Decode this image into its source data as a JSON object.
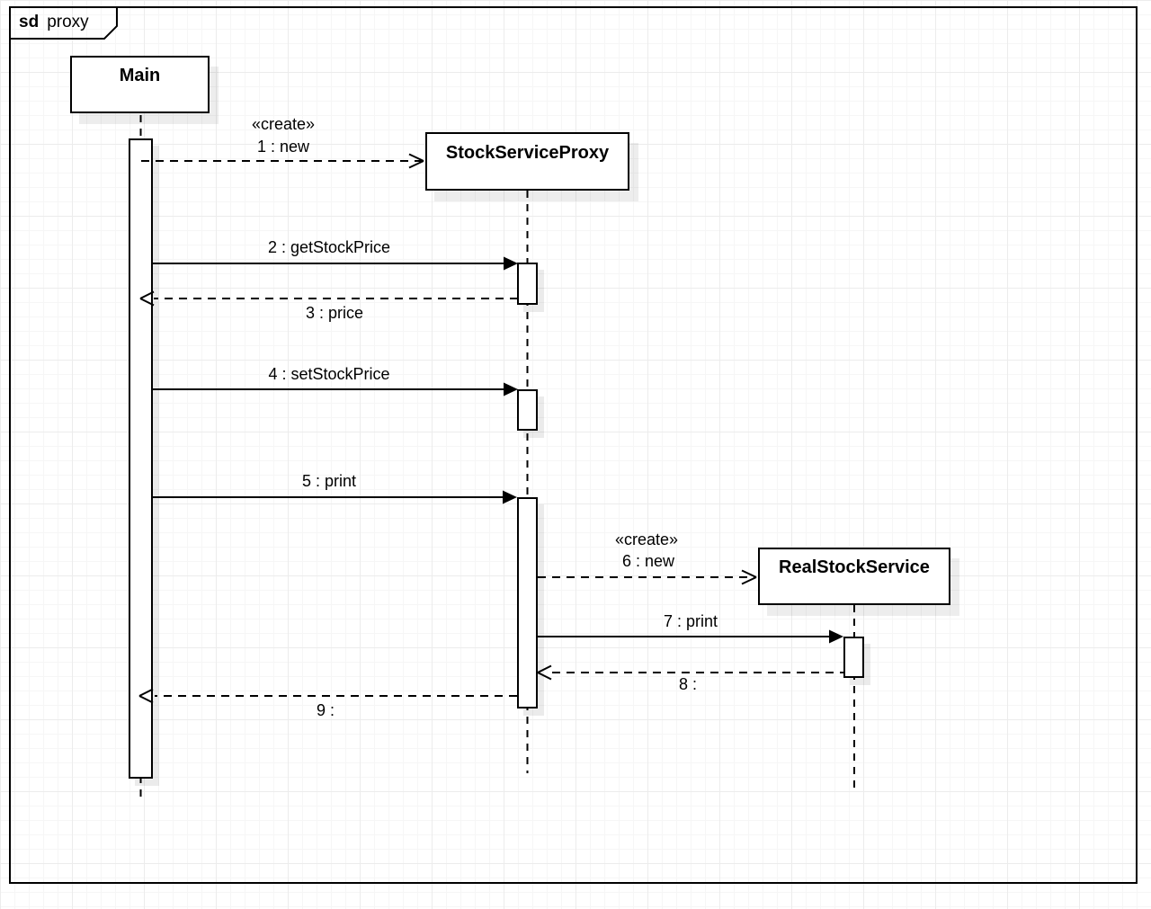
{
  "frame": {
    "keyword": "sd",
    "title": "proxy"
  },
  "participants": [
    {
      "name": "Main"
    },
    {
      "name": "StockServiceProxy"
    },
    {
      "name": "RealStockService"
    }
  ],
  "messages": [
    {
      "stereotype": "«create»",
      "label": "1 : new",
      "type": "create-dashed-open-arrow",
      "from": "Main",
      "to": "StockServiceProxy"
    },
    {
      "label": "2 : getStockPrice",
      "type": "sync-solid-filled-arrow",
      "from": "Main",
      "to": "StockServiceProxy"
    },
    {
      "label": "3 : price",
      "type": "return-dashed-open-arrow",
      "from": "StockServiceProxy",
      "to": "Main"
    },
    {
      "label": "4 : setStockPrice",
      "type": "sync-solid-filled-arrow",
      "from": "Main",
      "to": "StockServiceProxy"
    },
    {
      "label": "5 : print",
      "type": "sync-solid-filled-arrow",
      "from": "Main",
      "to": "StockServiceProxy"
    },
    {
      "stereotype": "«create»",
      "label": "6 : new",
      "type": "create-dashed-open-arrow",
      "from": "StockServiceProxy",
      "to": "RealStockService"
    },
    {
      "label": "7 : print",
      "type": "sync-solid-filled-arrow",
      "from": "StockServiceProxy",
      "to": "RealStockService"
    },
    {
      "label": "8 :",
      "type": "return-dashed-open-arrow",
      "from": "RealStockService",
      "to": "StockServiceProxy"
    },
    {
      "label": "9 :",
      "type": "return-dashed-open-arrow",
      "from": "StockServiceProxy",
      "to": "Main"
    }
  ],
  "colors": {
    "stroke": "#000000",
    "shape_fill": "#ffffff",
    "grid_minor": "#f6f6f6",
    "grid_major": "#ececec"
  }
}
